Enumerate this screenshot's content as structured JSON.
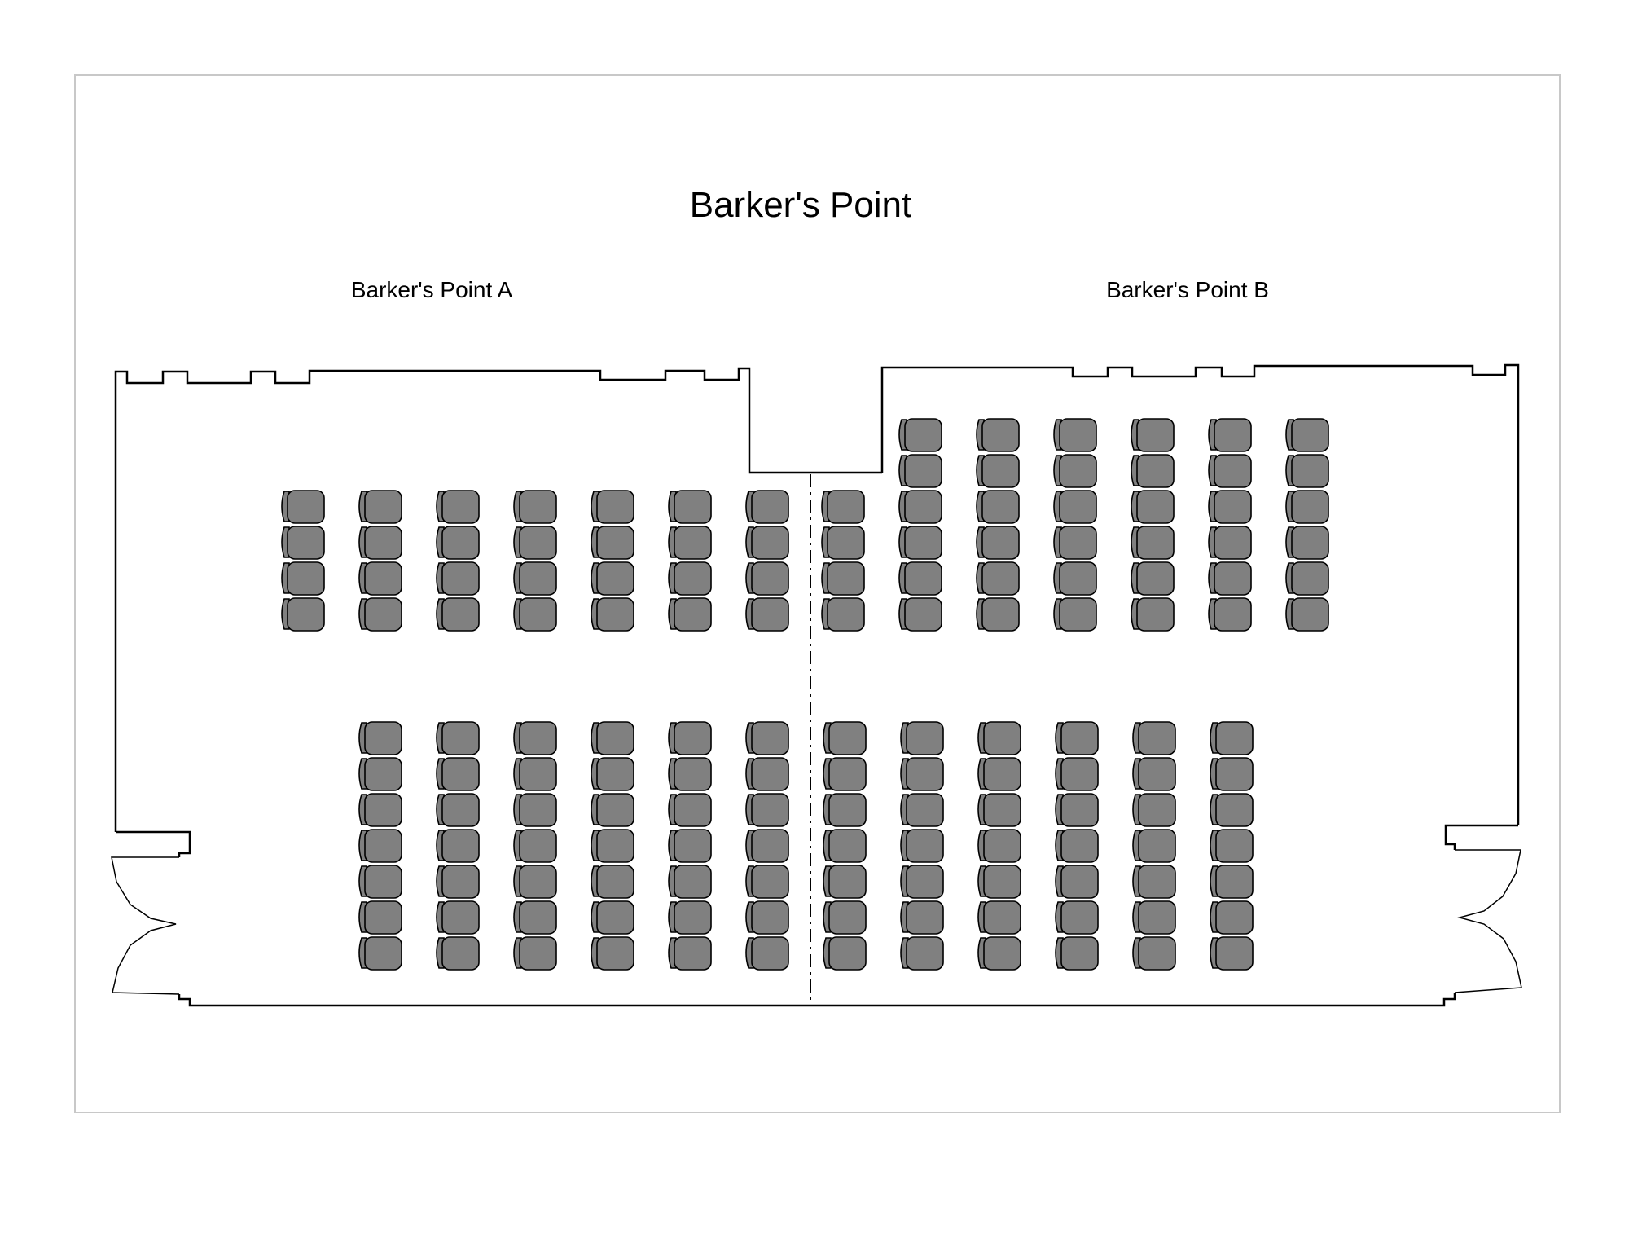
{
  "diagram": {
    "title": "Barker's Point",
    "rooms": [
      {
        "label": "Barker's Point A"
      },
      {
        "label": "Barker's Point B"
      }
    ],
    "seat_blocks": [
      {
        "name": "front-block-left",
        "columns": 7,
        "rows": 4
      },
      {
        "name": "front-block-center",
        "columns": 1,
        "rows": 4
      },
      {
        "name": "front-block-right",
        "columns": 6,
        "rows": 6
      },
      {
        "name": "rear-block",
        "columns": 12,
        "rows": 7
      }
    ],
    "colors": {
      "seat_fill": "#808080",
      "seat_stroke": "#000000",
      "wall": "#000000",
      "frame": "#c8c8c8"
    }
  }
}
